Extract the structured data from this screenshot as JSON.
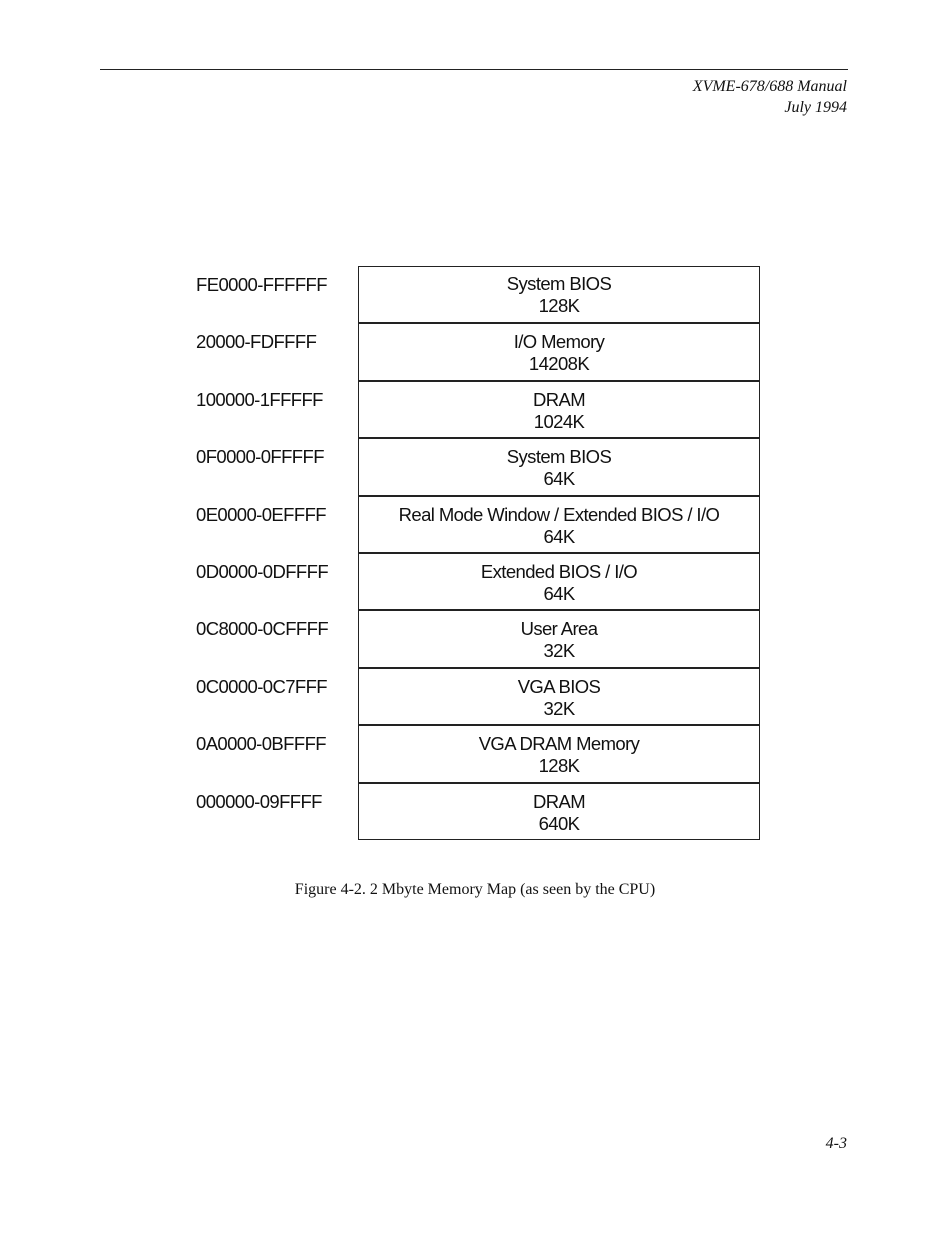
{
  "header": {
    "manual": "XVME-678/688 Manual",
    "date": "July 1994"
  },
  "memory_map": [
    {
      "address": "FE0000-FFFFFF",
      "name": "System BIOS",
      "size": "128K"
    },
    {
      "address": "20000-FDFFFF",
      "name": "I/O Memory",
      "size": "14208K"
    },
    {
      "address": "100000-1FFFFF",
      "name": "DRAM",
      "size": "1024K"
    },
    {
      "address": "0F0000-0FFFFF",
      "name": "System BIOS",
      "size": "64K"
    },
    {
      "address": "0E0000-0EFFFF",
      "name": "Real Mode Window / Extended BIOS / I/O",
      "size": "64K"
    },
    {
      "address": "0D0000-0DFFFF",
      "name": "Extended BIOS / I/O",
      "size": "64K"
    },
    {
      "address": "0C8000-0CFFFF",
      "name": "User Area",
      "size": "32K"
    },
    {
      "address": "0C0000-0C7FFF",
      "name": "VGA BIOS",
      "size": "32K"
    },
    {
      "address": "0A0000-0BFFFF",
      "name": "VGA DRAM Memory",
      "size": "128K"
    },
    {
      "address": "000000-09FFFF",
      "name": "DRAM",
      "size": "640K"
    }
  ],
  "caption": "Figure 4-2. 2 Mbyte Memory Map (as seen by the CPU)",
  "page_number": "4-3"
}
